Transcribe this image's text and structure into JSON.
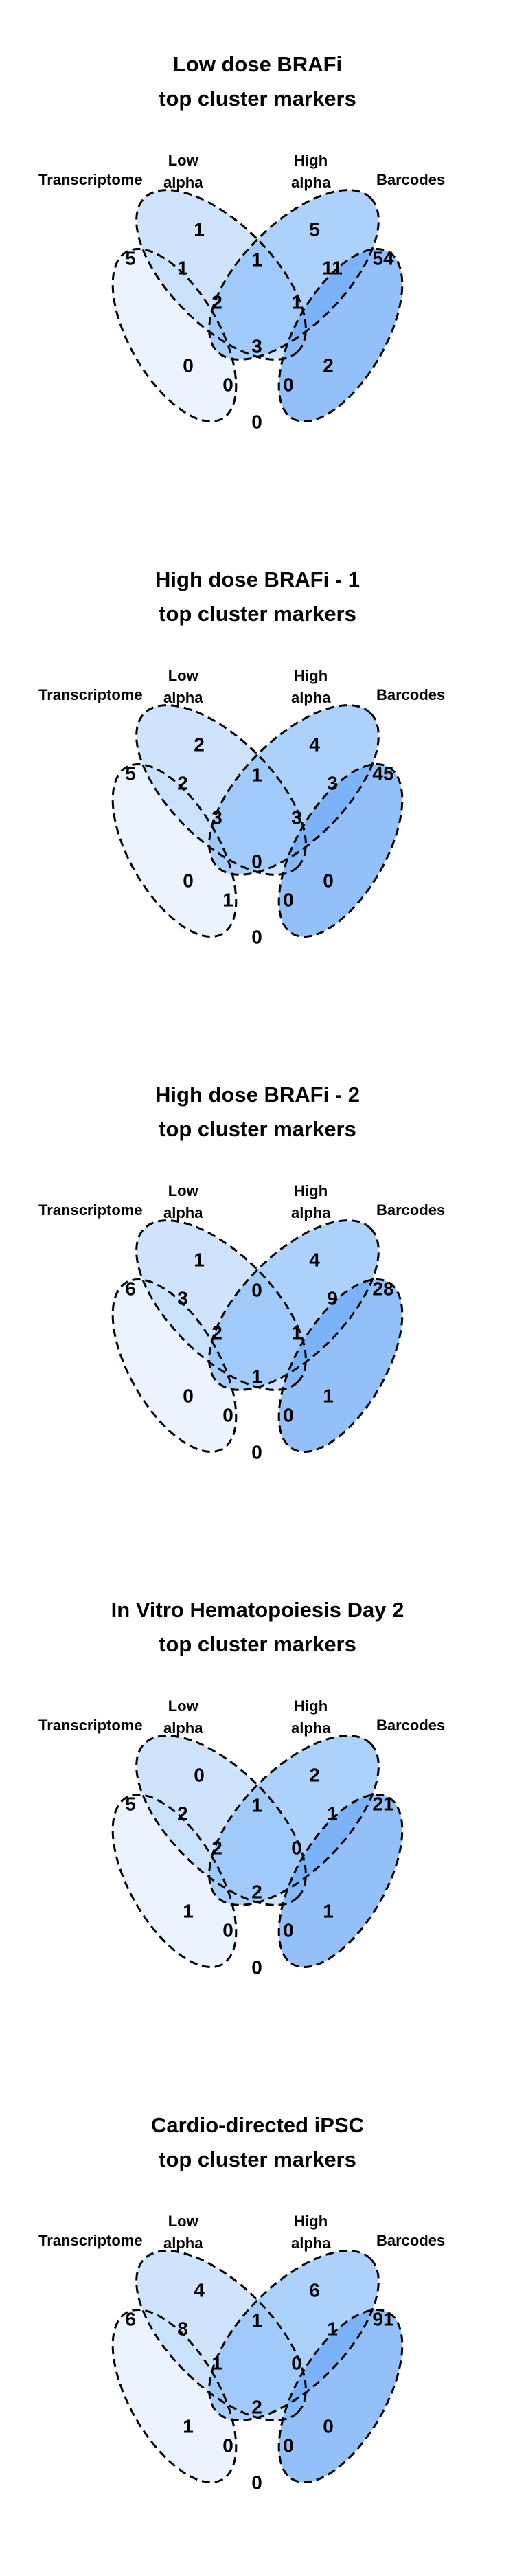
{
  "colors": {
    "transcriptome": "#e3f0fd",
    "low_alpha": "#bcdafb",
    "high_alpha": "#8cbff8",
    "barcodes": "#6aa8f7",
    "outline": "#000000"
  },
  "set_labels": {
    "transcriptome": "Transcriptome",
    "low_alpha_line1": "Low",
    "low_alpha_line2": "alpha",
    "high_alpha_line1": "High",
    "high_alpha_line2": "alpha",
    "barcodes": "Barcodes"
  },
  "panels": [
    {
      "title_line1": "Low dose BRAFi",
      "title_line2": "top cluster markers",
      "regions": {
        "T": "5",
        "L": "1",
        "H": "5",
        "B": "54",
        "TL": "1",
        "LH": "1",
        "HB": "11",
        "TLH": "2",
        "LHB": "1",
        "TLHB": "3",
        "TH": "0",
        "LB": "2",
        "TLB": "0",
        "THB": "0",
        "TB": "0"
      }
    },
    {
      "title_line1": "High dose BRAFi - 1",
      "title_line2": "top cluster markers",
      "regions": {
        "T": "5",
        "L": "2",
        "H": "4",
        "B": "45",
        "TL": "2",
        "LH": "1",
        "HB": "3",
        "TLH": "3",
        "LHB": "3",
        "TLHB": "0",
        "TH": "0",
        "LB": "0",
        "TLB": "1",
        "THB": "0",
        "TB": "0"
      }
    },
    {
      "title_line1": "High dose BRAFi - 2",
      "title_line2": "top cluster markers",
      "regions": {
        "T": "6",
        "L": "1",
        "H": "4",
        "B": "28",
        "TL": "3",
        "LH": "0",
        "HB": "9",
        "TLH": "2",
        "LHB": "1",
        "TLHB": "1",
        "TH": "0",
        "LB": "1",
        "TLB": "0",
        "THB": "0",
        "TB": "0"
      }
    },
    {
      "title_line1": "In Vitro Hematopoiesis Day 2",
      "title_line2": "top cluster markers",
      "regions": {
        "T": "5",
        "L": "0",
        "H": "2",
        "B": "21",
        "TL": "2",
        "LH": "1",
        "HB": "1",
        "TLH": "2",
        "LHB": "0",
        "TLHB": "2",
        "TH": "1",
        "LB": "1",
        "TLB": "0",
        "THB": "0",
        "TB": "0"
      }
    },
    {
      "title_line1": "Cardio-directed iPSC",
      "title_line2": "top cluster markers",
      "regions": {
        "T": "6",
        "L": "4",
        "H": "6",
        "B": "91",
        "TL": "8",
        "LH": "1",
        "HB": "1",
        "TLH": "1",
        "LHB": "0",
        "TLHB": "2",
        "TH": "1",
        "LB": "0",
        "TLB": "0",
        "THB": "0",
        "TB": "0"
      }
    }
  ]
}
